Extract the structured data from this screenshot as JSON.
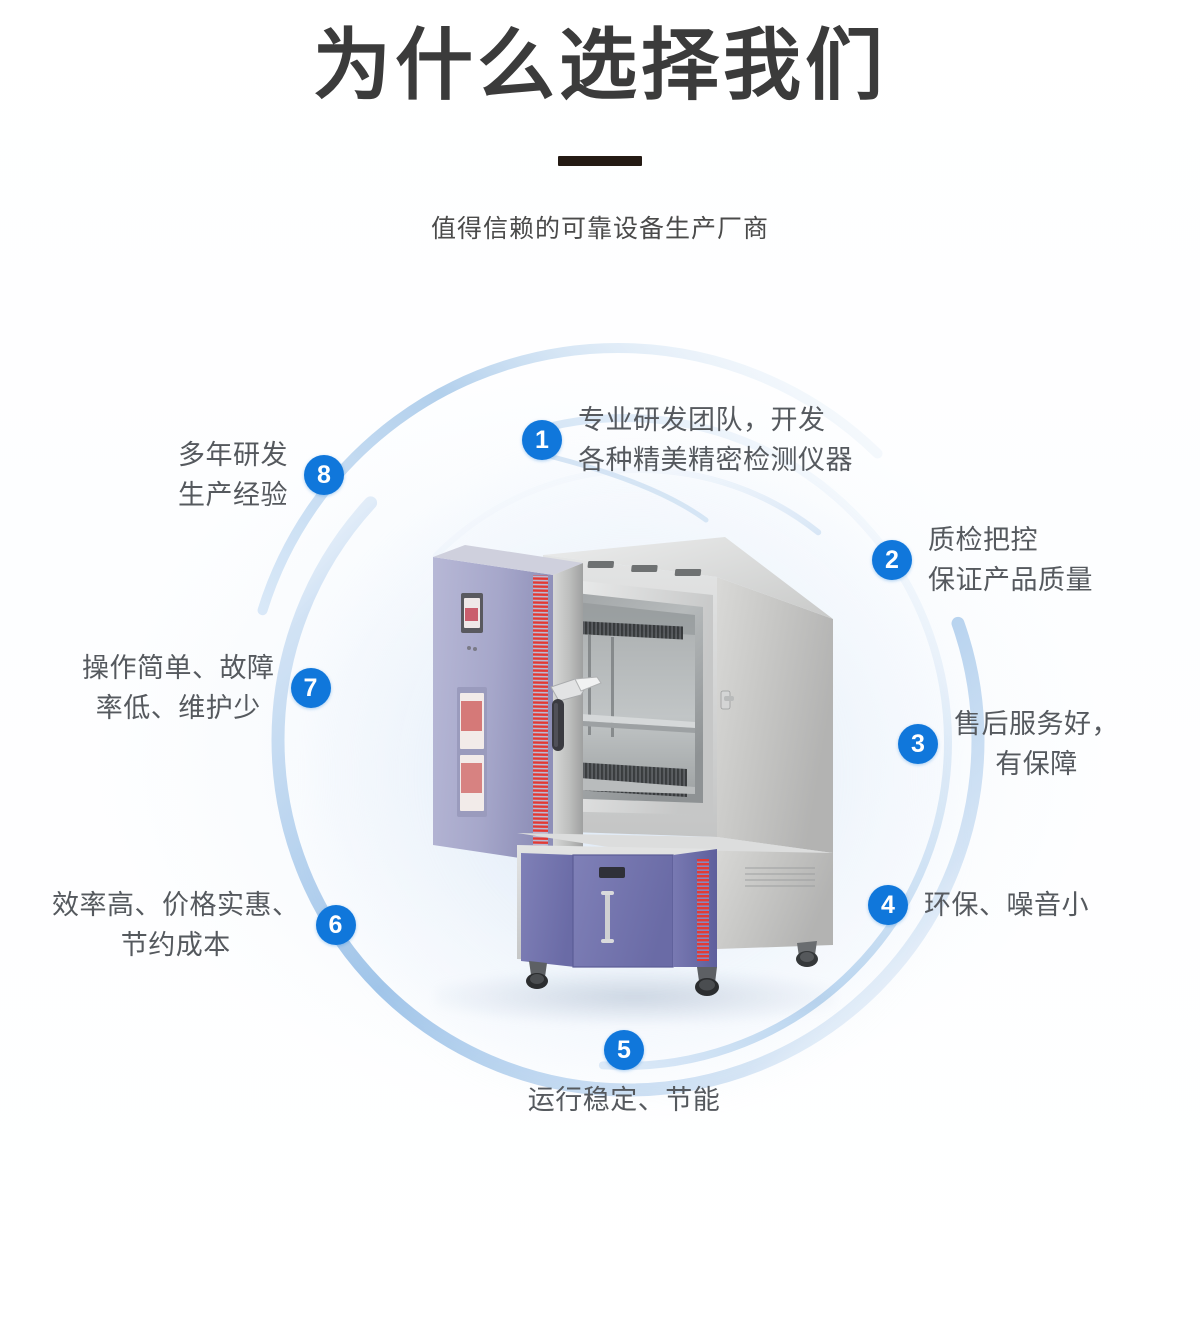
{
  "header": {
    "title": "为什么选择我们",
    "subtitle": "值得信赖的可靠设备生产厂商",
    "rule": "divider-bar"
  },
  "theme": {
    "badge_color": "#1077db",
    "title_color": "#3b3b3b",
    "text_color": "#55595e",
    "rule_color": "#241a14",
    "arc_color": "#bed6ee",
    "product_accent": "#6f6fad",
    "product_stripe": "#e2403d"
  },
  "product": {
    "alt_name": "高低温试验箱 / environmental test chamber",
    "parts": {
      "door_panel": "door-panel",
      "control_display": "control-display",
      "door_handle": "door-handle",
      "chamber_interior": "chamber-interior",
      "base_drawer": "base-drawer",
      "caster": "caster-wheel"
    }
  },
  "features": [
    {
      "num": "1",
      "lines": [
        "专业研发团队，开发",
        "各种精美精密检测仪器"
      ],
      "align": "left",
      "side": "right"
    },
    {
      "num": "2",
      "lines": [
        "质检把控",
        "保证产品质量"
      ],
      "align": "left",
      "side": "right"
    },
    {
      "num": "3",
      "lines": [
        "售后服务好，",
        "有保障"
      ],
      "align": "center",
      "side": "right"
    },
    {
      "num": "4",
      "lines": [
        "环保、噪音小"
      ],
      "align": "left",
      "side": "right"
    },
    {
      "num": "5",
      "lines": [
        "运行稳定、节能"
      ],
      "align": "center",
      "side": "below"
    },
    {
      "num": "6",
      "lines": [
        "效率高、价格实惠、",
        "节约成本"
      ],
      "align": "center",
      "side": "left"
    },
    {
      "num": "7",
      "lines": [
        "操作简单、故障",
        "率低、维护少"
      ],
      "align": "center",
      "side": "left"
    },
    {
      "num": "8",
      "lines": [
        "多年研发",
        "生产经验"
      ],
      "align": "left",
      "side": "left"
    }
  ]
}
